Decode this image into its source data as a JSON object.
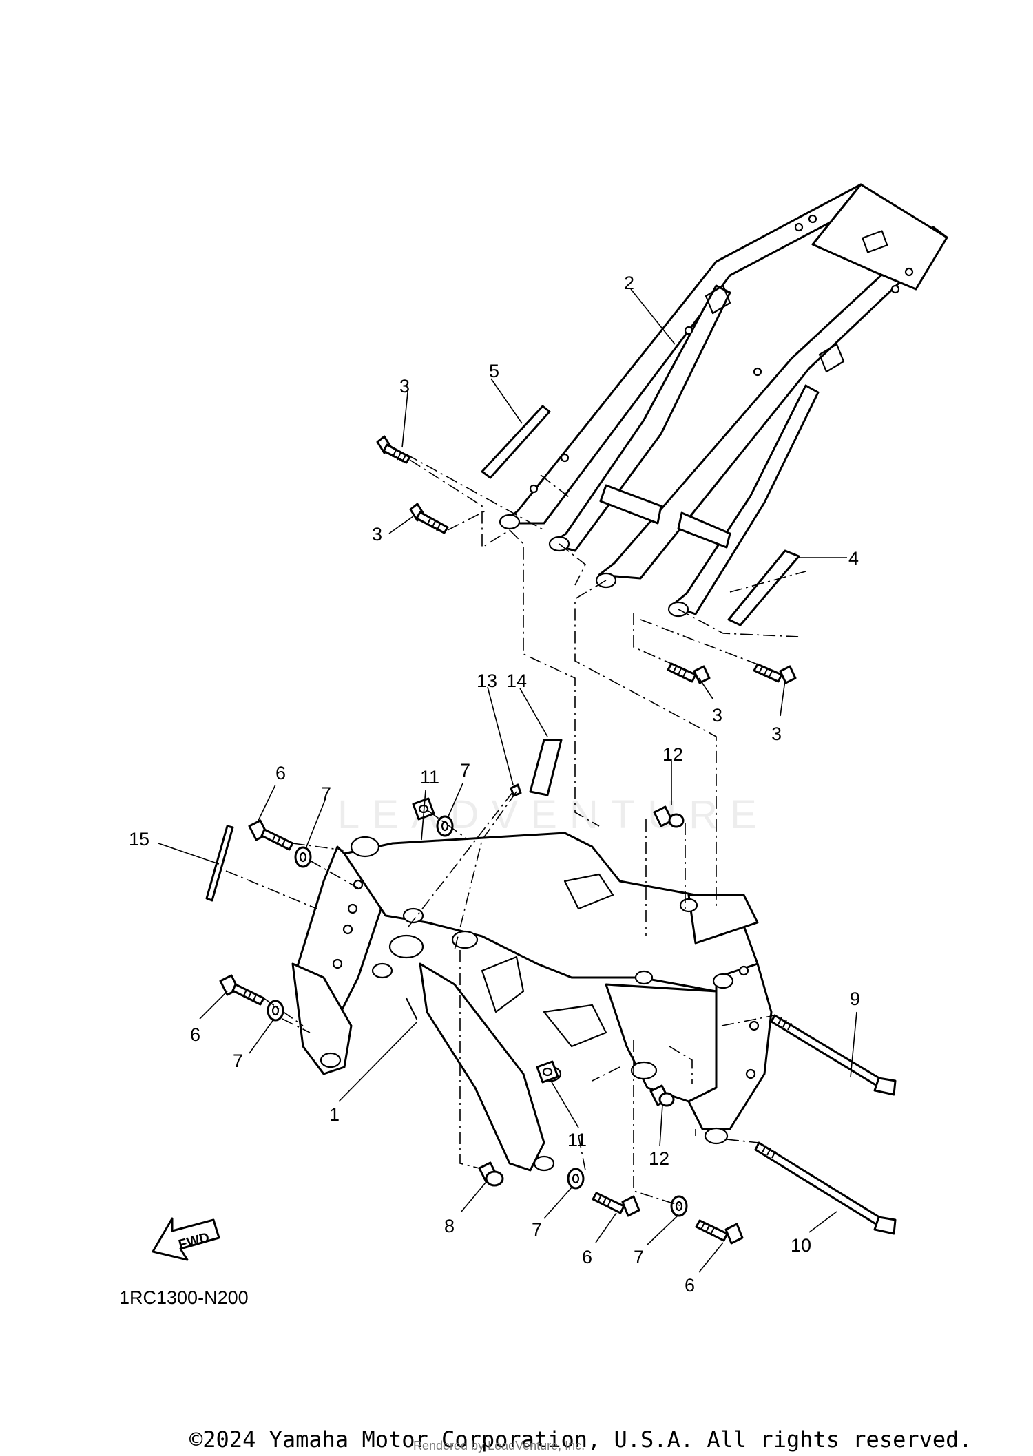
{
  "diagram": {
    "figure_id": "1RC1300-N200",
    "fwd_label": "FWD",
    "watermark": "LEADVENTURE",
    "copyright": "©2024 Yamaha Motor Corporation, U.S.A. All rights reserved.",
    "rendered_by": "Rendered by LeadVenture, Inc.",
    "callouts": [
      {
        "id": "c1",
        "text": "1"
      },
      {
        "id": "c2",
        "text": "2"
      },
      {
        "id": "c3a",
        "text": "3"
      },
      {
        "id": "c3b",
        "text": "3"
      },
      {
        "id": "c3c",
        "text": "3"
      },
      {
        "id": "c3d",
        "text": "3"
      },
      {
        "id": "c4",
        "text": "4"
      },
      {
        "id": "c5",
        "text": "5"
      },
      {
        "id": "c6a",
        "text": "6"
      },
      {
        "id": "c6b",
        "text": "6"
      },
      {
        "id": "c6c",
        "text": "6"
      },
      {
        "id": "c6d",
        "text": "6"
      },
      {
        "id": "c7a",
        "text": "7"
      },
      {
        "id": "c7b",
        "text": "7"
      },
      {
        "id": "c7c",
        "text": "7"
      },
      {
        "id": "c7d",
        "text": "7"
      },
      {
        "id": "c7e",
        "text": "7"
      },
      {
        "id": "c8",
        "text": "8"
      },
      {
        "id": "c9",
        "text": "9"
      },
      {
        "id": "c10",
        "text": "10"
      },
      {
        "id": "c11a",
        "text": "11"
      },
      {
        "id": "c11b",
        "text": "11"
      },
      {
        "id": "c12a",
        "text": "12"
      },
      {
        "id": "c12b",
        "text": "12"
      },
      {
        "id": "c13",
        "text": "13"
      },
      {
        "id": "c14",
        "text": "14"
      },
      {
        "id": "c15",
        "text": "15"
      }
    ]
  }
}
